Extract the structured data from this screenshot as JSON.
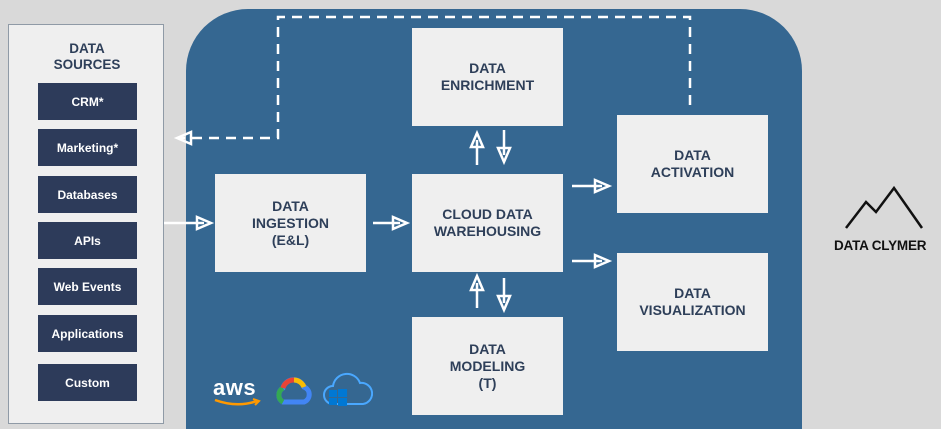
{
  "sources": {
    "title": "DATA\nSOURCES",
    "items": [
      {
        "label": "CRM*"
      },
      {
        "label": "Marketing*"
      },
      {
        "label": "Databases"
      },
      {
        "label": "APIs"
      },
      {
        "label": "Web Events"
      },
      {
        "label": "Applications"
      },
      {
        "label": "Custom"
      }
    ]
  },
  "stages": {
    "ingestion": "DATA\nINGESTION\n(E&L)",
    "enrichment": "DATA\nENRICHMENT",
    "warehousing": "CLOUD DATA\nWAREHOUSING",
    "modeling": "DATA\nMODELING\n(T)",
    "activation": "DATA\nACTIVATION",
    "visualization": "DATA\nVISUALIZATION"
  },
  "cloud_providers": [
    {
      "label": "aws",
      "icon": "aws-logo"
    },
    {
      "icon": "google-cloud-icon",
      "colors": [
        "#ea4335",
        "#4285f4",
        "#fbbc04",
        "#34a853"
      ]
    },
    {
      "icon": "azure-cloud-icon",
      "colors": [
        "#0078d4"
      ]
    }
  ],
  "brand": {
    "name": "DATA CLYMER",
    "icon": "mountain-peaks-icon"
  },
  "colors": {
    "background": "#d9d9d9",
    "cloud": "#356791",
    "box": "#efefef",
    "box_text": "#2e3f59",
    "source_item": "#2d3b5a",
    "arrow": "#ffffff"
  }
}
